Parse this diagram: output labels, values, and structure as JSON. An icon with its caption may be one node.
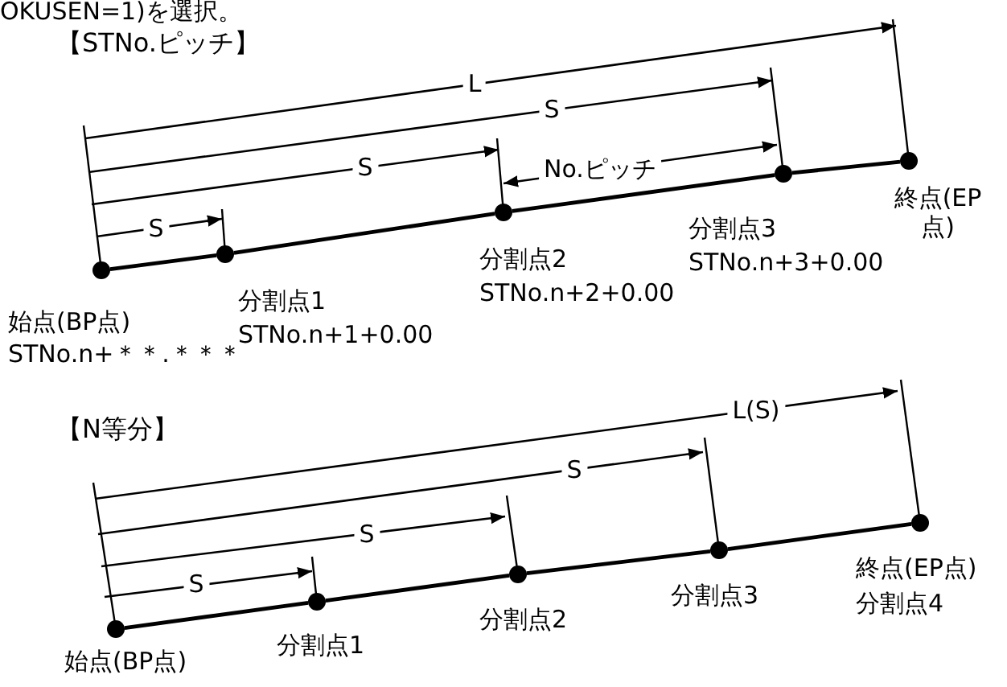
{
  "diagram": {
    "nodes": [
      {
        "text": [],
        "shape": "circle",
        "beside": [
          "始点(BP点)",
          "STNo.n+＊＊.＊＊＊"
        ]
      },
      {
        "text": [],
        "shape": "circle",
        "beside": [
          "分割点1",
          "STNo.n+1+0.00"
        ]
      },
      {
        "text": [],
        "shape": "circle",
        "beside": [
          "分割点2",
          "STNo.n+2+0.00"
        ]
      },
      {
        "text": [],
        "shape": "circle",
        "beside": [
          "分割点3",
          "STNo.n+3+0.00"
        ]
      },
      {
        "text": [],
        "shape": "circle",
        "beside": [
          "終点(EP点)"
        ]
      },
      {
        "text": [],
        "shape": "circle",
        "beside": [
          "始点(BP点)"
        ]
      },
      {
        "text": [],
        "shape": "circle",
        "beside": [
          "分割点1"
        ]
      },
      {
        "text": [],
        "shape": "circle",
        "beside": [
          "分割点2"
        ]
      },
      {
        "text": [],
        "shape": "circle",
        "beside": [
          "分割点3"
        ]
      },
      {
        "text": [],
        "shape": "circle",
        "beside": [
          "終点(EP点)",
          "分割点4"
        ]
      }
    ],
    "edges": [
      {
        "from": 0,
        "to": 1,
        "arrow": "none"
      },
      {
        "from": 1,
        "to": 2,
        "arrow": "none"
      },
      {
        "from": 2,
        "to": 3,
        "arrow": "none"
      },
      {
        "from": 3,
        "to": 4,
        "arrow": "none"
      },
      {
        "from": 5,
        "to": 6,
        "arrow": "none"
      },
      {
        "from": 6,
        "to": 7,
        "arrow": "none"
      },
      {
        "from": 7,
        "to": 8,
        "arrow": "none"
      },
      {
        "from": 8,
        "to": 9,
        "arrow": "none"
      }
    ],
    "labels": [
      "OKUSEN=1)を選択。",
      "【STNo.ピッチ】",
      "L",
      "S",
      "S",
      "No.ピッチ",
      "S",
      "【N等分】",
      "L(S)",
      "S",
      "S",
      "S"
    ]
  }
}
